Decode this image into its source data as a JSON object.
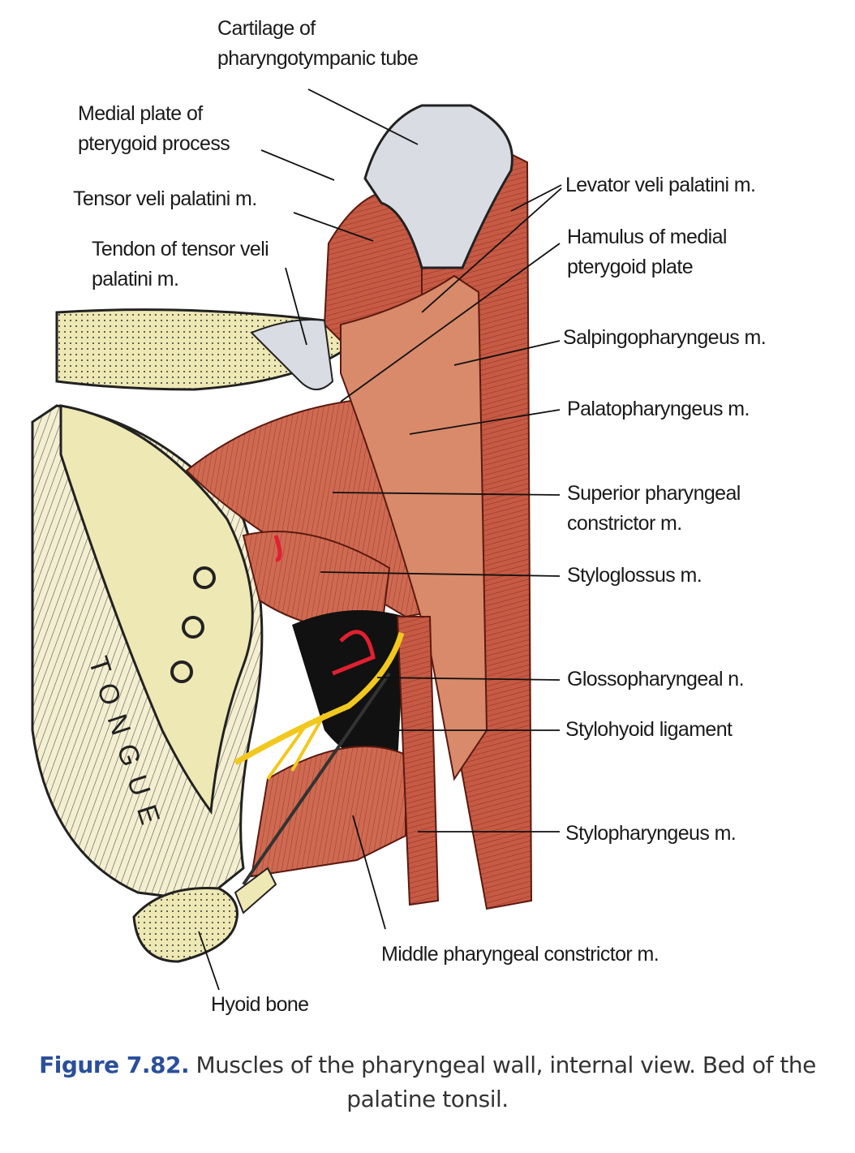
{
  "labels": {
    "cartilage": [
      "Cartilage of",
      "pharyngotympanic tube"
    ],
    "medial_plate": [
      "Medial plate of",
      "pterygoid process"
    ],
    "tensor": "Tensor veli palatini m.",
    "tendon": [
      "Tendon of tensor veli",
      "palatini m."
    ],
    "levator": "Levator veli palatini m.",
    "hamulus": [
      "Hamulus of medial",
      "pterygoid plate"
    ],
    "salpingo": "Salpingopharyngeus m.",
    "palato": "Palatopharyngeus m.",
    "superior": [
      "Superior pharyngeal",
      "constrictor m."
    ],
    "styloglossus": "Styloglossus m.",
    "glosso": "Glossopharyngeal n.",
    "stylohyoid": "Stylohyoid ligament",
    "stylopharyngeus": "Stylopharyngeus m.",
    "middle": "Middle pharyngeal constrictor m.",
    "hyoid": "Hyoid bone",
    "tongue": "TONGUE"
  },
  "caption": {
    "number": "Figure 7.82.",
    "text": " Muscles of the pharyngeal wall, internal view. Bed of the palatine tonsil."
  },
  "colors": {
    "muscle": "#c65a44",
    "bone": "#eee8b4",
    "cartilage": "#d9dce2",
    "nerve": "#f2c81e",
    "caption_blue": "#2b4f9a"
  }
}
